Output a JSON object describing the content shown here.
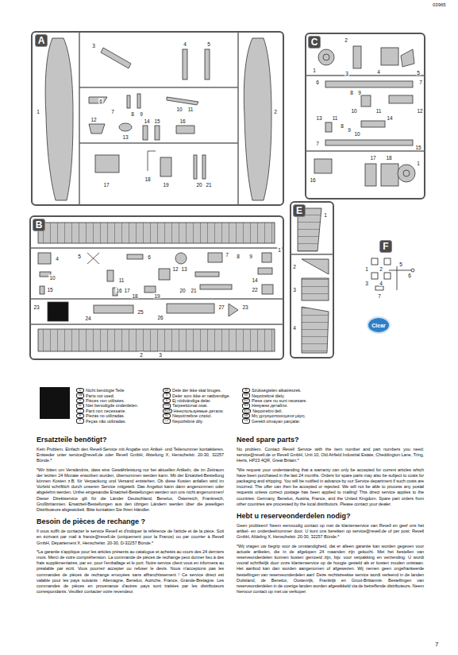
{
  "diagram": {
    "nodes": [
      {
        "text": [
          "A"
        ]
      },
      {
        "text": [
          "B"
        ]
      },
      {
        "text": [
          "C"
        ]
      },
      {
        "text": [
          "E"
        ]
      },
      {
        "text": [
          "F"
        ]
      },
      {
        "text": [
          "Clear"
        ]
      }
    ],
    "labels": [
      "03965",
      "1",
      "2",
      "3",
      "4",
      "5",
      "6",
      "7",
      "8",
      "9",
      "10",
      "11",
      "12",
      "13",
      "14",
      "15",
      "16",
      "17",
      "18",
      "19",
      "20",
      "21",
      "1",
      "2",
      "3",
      "4",
      "5",
      "6",
      "7",
      "8",
      "9",
      "10",
      "11",
      "12",
      "13",
      "11",
      "8",
      "9",
      "10",
      "14",
      "7",
      "15",
      "16",
      "17",
      "18",
      "1",
      "1",
      "4",
      "5",
      "6",
      "7",
      "8",
      "9",
      "10",
      "11",
      "12",
      "13",
      "14",
      "15",
      "16",
      "17",
      "18",
      "19",
      "20",
      "21",
      "22",
      "23",
      "24",
      "25",
      "26",
      "27",
      "23",
      "2",
      "3",
      "1",
      "2",
      "3",
      "4",
      "1",
      "2",
      "3",
      "4",
      "5",
      "6",
      "7",
      "D",
      "Nicht benötigte Teile",
      "GB",
      "Parts not used.",
      "F",
      "Pièces non utilisées.",
      "NL",
      "Niet benodigde onderdelen.",
      "I",
      "Parti non necessarie.",
      "E",
      "Piezas no utilizadas.",
      "P",
      "Peças não utilizadas.",
      "DK",
      "Dele der ikke skal bruges.",
      "N",
      "Deler som ikke er nødvendige.",
      "S",
      "Ej nödvändiga delar.",
      "FIN",
      "Tarpeettomat osat.",
      "RUS",
      "Ненспользуемые детали.",
      "PL",
      "Niepotrzebne części.",
      "CZ",
      "Nepotřebné díly.",
      "H",
      "Szükségtelen alkatrészek.",
      "SK",
      "Nepotrebné diely.",
      "RO",
      "Piese care nu sunt necesare.",
      "BG",
      "Ненужни детайли.",
      "SLO",
      "Nepotrebni deli.",
      "GR",
      "Μη χρησιμοποιούμενα μέρη.",
      "TR",
      "Gerekli olmayan parçalar.",
      "Ersatzteile benötigt?",
      "Kein Problem. Einfach den Revell-Service mit Angabe von Artikel- und Teilenummer kontaktieren. Entweder unter service@revell.de oder Revell GmbH, Abteilung X, Henschelstr. 20-30, 32257 Bünde.*",
      "*Wir bitten um Verständnis, dass eine Gewährleistung nur bei aktuellen Artikeln, die im Zeitraum der letzten 24 Monate erworben wurden, übernommen werden kann. Mit der Ersatzteil-Bestellung können Kosten z.B. für Verpackung und Versand entstehen. Ob diese Kosten anfallen wird im Vorfeld schriftlich durch unseren Service mitgeteilt. Das Angebot kann dann angenommen oder abgelehnt werden. Unfrei eingesandte Ersatzteil-Bestellungen werden von uns nicht angenommen! Dieser Direktservice gilt für die Länder Deutschland, Benelux, Österreich, Frankreich, Großbritannien. Ersatzteil-Bestellungen aus den übrigen Ländern werden über die jeweiligen Distributeure abgewickelt. Bitte kontakten Sie Ihren Händler.",
      "Besoin de pièces de rechange ?",
      "Il vous suffit de contacter le service Revell et d'indiquer la référence de l'article et de la pièce. Soit en écrivant par mail à france@revell.de (uniquement pour la France) ou par courrier à Revell GmbH, Département X, Henschelstr. 20-30, D-32257 Bünde.*",
      "*La garantie s'applique pour les articles présents au catalogue et achetés au cours des 24 derniers mois. Merci de votre compréhension. La commande de pièces de rechange peut donner lieu à des frais supplémentaires, par ex. pour l'emballage et le port. Notre service client vous en informera au préalable par écrit. Vous pourrez accepter ou refuser le devis. Nous n'acceptons pas les commandes de pièces de rechange envoyées sans affranchissement ! Ce service direct est valable pour les pays suivants : Allemagne, Benelux, Autriche, France, Grande-Bretagne. Les commandes de pièces en provenance d'autres pays sont traitées par les distributeurs correspondants. Veuillez contacter votre revendeur.",
      "Need spare parts?",
      "No problem. Contact Revell Service with the item number and part numbers you need: service@revell.de or Revell GmbH, Unit 10, Old Airfield Industrial Estate, Cheddington Lane, Tring, Herts, HP23 4QR, Great Britain.*",
      "*We request your understanding that a warranty can only be accepted for current articles which have been purchased in the last 24 months. Orders for spare parts may also be subject to costs for packaging and shipping. You will be notified in advance by our Service department if such costs are incurred. The offer can then be accepted or rejected. We will not be able to process any postal requests unless correct postage has been applied to mailing! This direct service applies to the countries: Germany, Benelux, Austria, France, and the United Kingdom. Spare part orders from other countries are processed by the local distributors. Please contact your dealer.",
      "Hebt u reserveonderdelen nodig?",
      "Geen probleem! Neem eenvoudig contact op met de klantenservice van Revell en geef ons het artikel- en onderdeelnummer door. U kunt ons bereiken op service@revell.de of per post: Revell GmbH, Afdeling X, Henschelstr. 20-30, 32257 Bünde.*",
      "*Wij vragen uw begrip voor de omstandigheid, dat er alleen garantie kan worden gegeven voor actuele artikelen, die in de afgelopen 24 maanden zijn gekocht. Met het bestellen van reserveonderdelen kunnen kosten gemoeid zijn, bijv. voor verpakking en verzending. U wordt vooraf schriftelijk door onze klantenservice op de hoogte gesteld als er kosten zouden ontstaan. Het aanbod kan dan worden aangenomen of afgewezen. Wij nemen geen ongefrankeerde bestellingen van reserveonderdelen aan! Deze rechtstreekse service wordt verleend in de landen Duitsland, de Benelux, Oostenrijk, Frankrijk en Groot-Brittannië. Bestellingen van reserveonderdelen in de overige landen worden afgewikkeld via de betreffende distributeurs. Neem hiervoor contact op met uw verkoper.",
      "7"
    ]
  }
}
